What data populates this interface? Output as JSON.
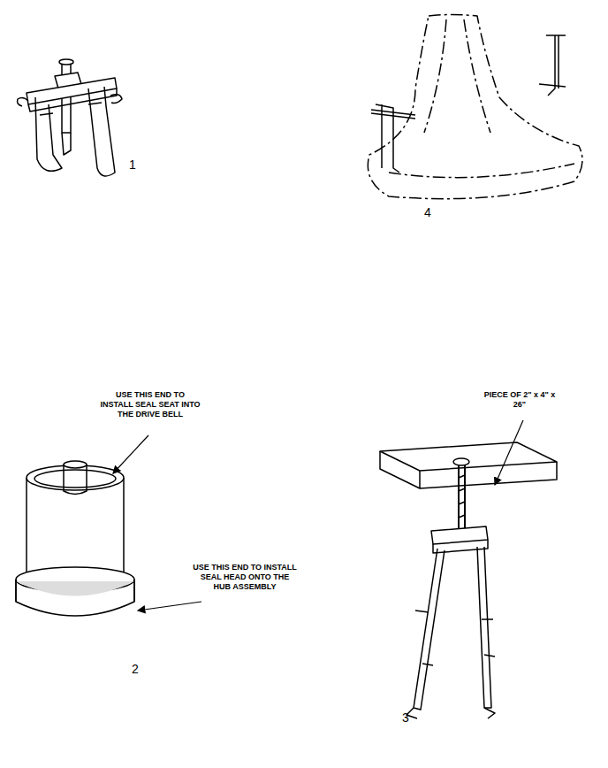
{
  "diagram": {
    "labels": [
      "1",
      "4",
      "USE THIS END TO INSTALL SEAL SEAT INTO THE DRIVE BELL",
      "USE THIS END TO INSTALL SEAL HEAD ONTO THE HUB ASSEMBLY",
      "PIECE OF 2\" x 4\" x 26\"",
      "2",
      "3"
    ]
  }
}
